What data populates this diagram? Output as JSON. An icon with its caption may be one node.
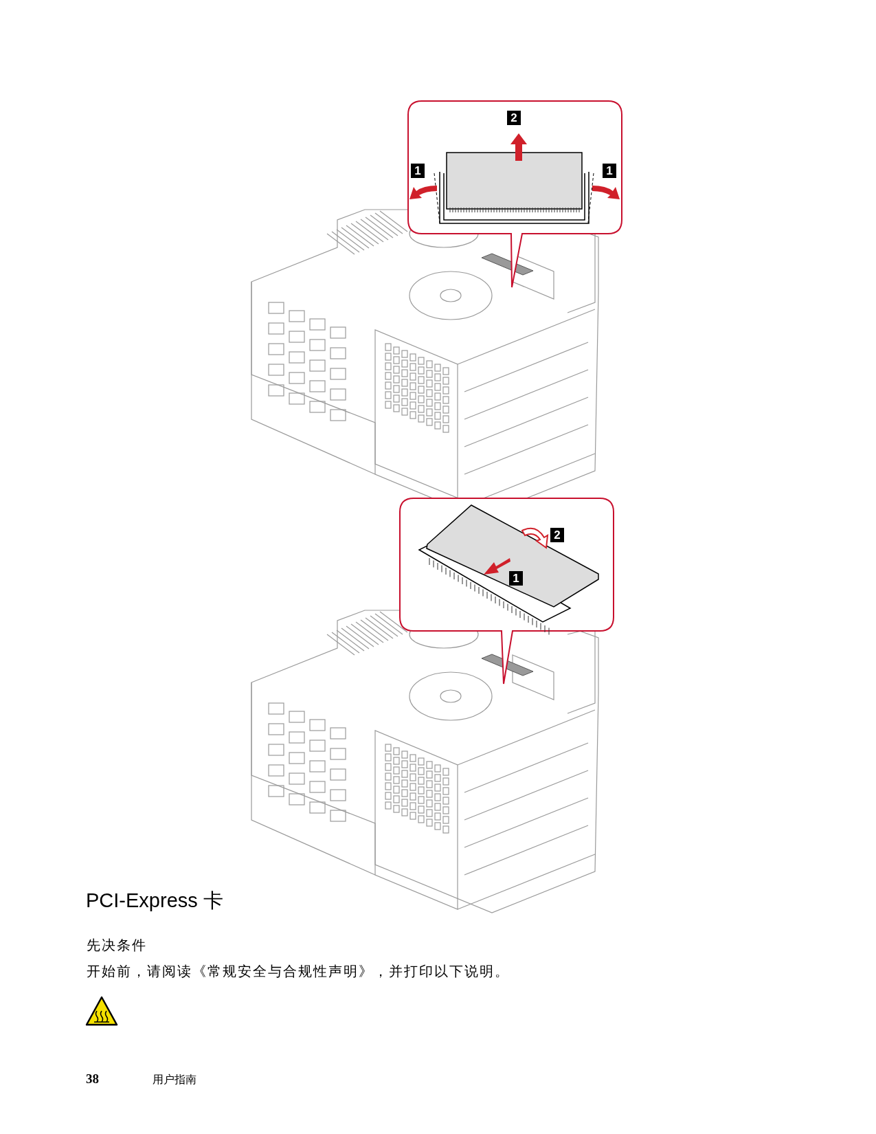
{
  "diagram": {
    "labels": [
      "2",
      "1",
      "1",
      "2",
      "1",
      "PCI-Express 卡",
      "先决条件",
      "开始前，请阅读《常规安全与合规性声明》，并打印以下说明。",
      "38",
      "用户指南"
    ]
  }
}
